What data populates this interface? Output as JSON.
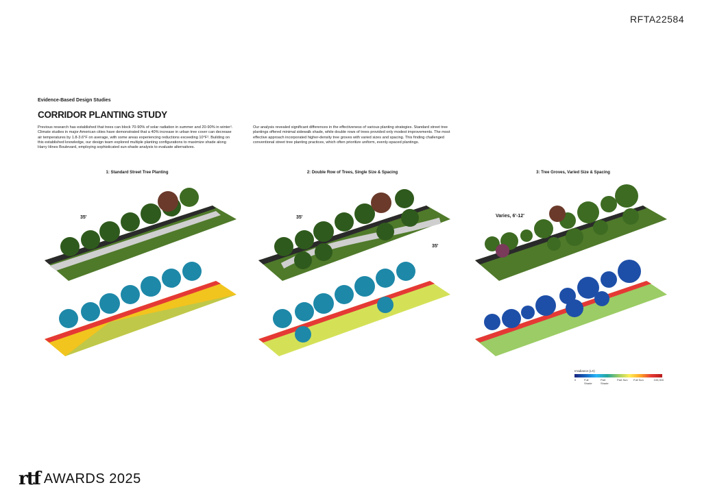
{
  "header": {
    "code": "RFTA22584"
  },
  "intro": {
    "kicker": "Evidence-Based Design Studies",
    "title": "CORRIDOR PLANTING STUDY",
    "paragraph1": "Previous research has established that trees can block 70-90% of solar radiation in summer and 20-90% in winter¹. Climate studies in major American cities have demonstrated that a 40% increase in urban tree cover can decrease air temperatures by 1.8-3.6°F on average, with some areas experiencing reductions exceeding 10°F². Building on this established knowledge, our design team explored multiple planting configurations to maximize shade along Harry Hines Boulevard, employing sophisticated sun-shade analysis to evaluate alternatives.",
    "paragraph2": "Our analysis revealed significant differences in the effectiveness of various planting strategies. Standard street tree plantings offered minimal sidewalk shade, while double rows of trees provided only modest improvements. The most effective approach incorporated higher-density tree groves with varied sizes and spacing. This finding challenged conventional street tree planting practices, which often prioritize uniform, evenly-spaced plantings."
  },
  "studies": [
    {
      "caption": "1: Standard Street Tree Planting",
      "dims": [
        "35'"
      ]
    },
    {
      "caption": "2: Double Row of Trees, Single Size & Spacing",
      "dims": [
        "35'",
        "35'"
      ]
    },
    {
      "caption": "3: Tree Groves, Varied Size & Spacing",
      "dims": [
        "Varies, 6'-12'"
      ]
    }
  ],
  "legend": {
    "title": "Irradiance (LX)",
    "min": "0",
    "max": "100,000",
    "labels": [
      "Full Shade",
      "Part Shade",
      "Part Sun",
      "Full Sun"
    ],
    "colors": [
      "#1a237e",
      "#29b6f6",
      "#9ccc65",
      "#ffee58",
      "#e53935"
    ]
  },
  "footer": {
    "logo_mark": "rtf",
    "logo_text": "AWARDS 2025"
  }
}
